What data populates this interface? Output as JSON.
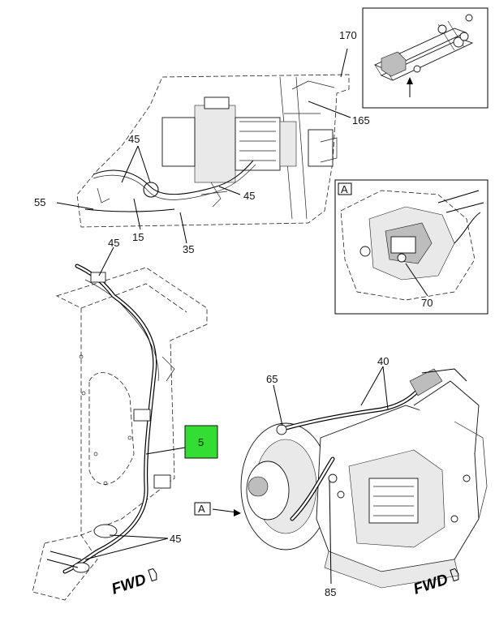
{
  "diagram": {
    "callouts": {
      "c170": "170",
      "c165": "165",
      "c45a": "45",
      "c45b": "45",
      "c55": "55",
      "c15": "15",
      "c35": "35",
      "c45c": "45",
      "c40": "40",
      "c65": "65",
      "c5": "5",
      "c45d": "45",
      "c85": "85",
      "c70": "70"
    },
    "view_labels": {
      "detail_a": "A",
      "ref_a": "A"
    },
    "fwd_labels": {
      "left": "FWD",
      "right": "FWD"
    },
    "colors": {
      "highlight": "#33dd33",
      "line": "#000000",
      "background": "#ffffff"
    }
  }
}
